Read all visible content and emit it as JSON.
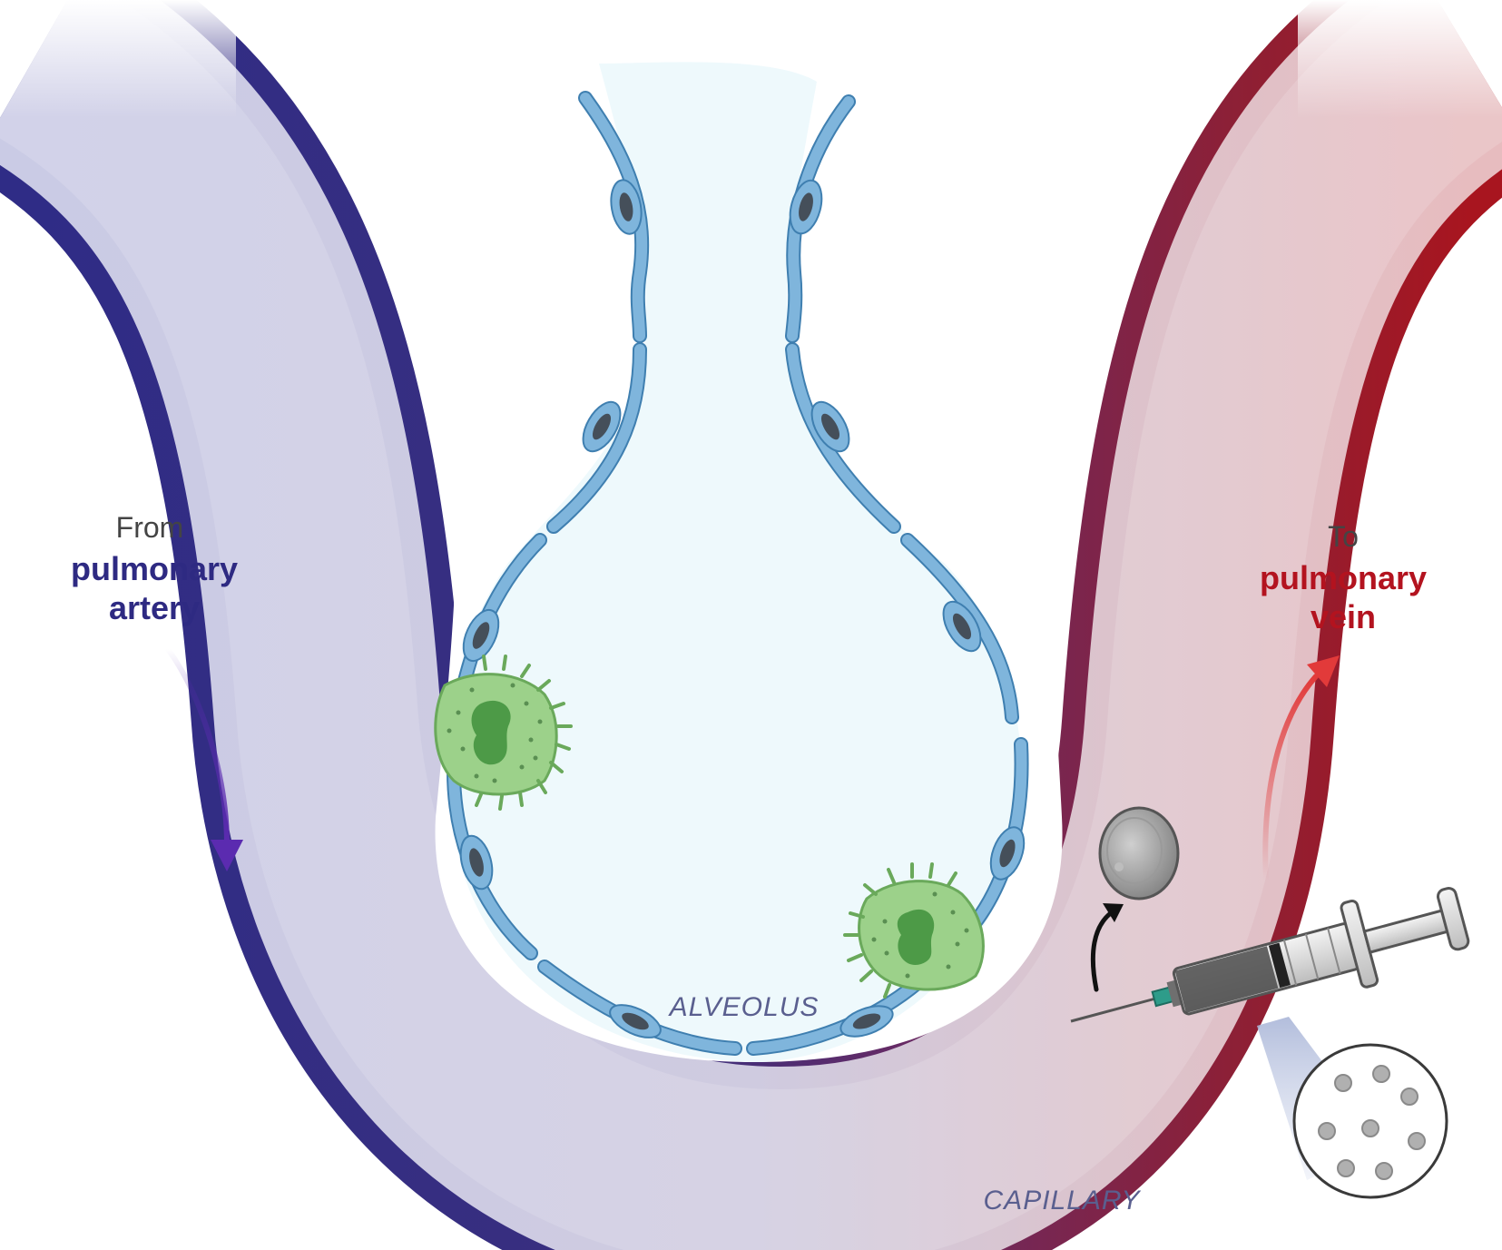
{
  "labels": {
    "from": "From",
    "artery": "pulmonary\nartery",
    "to": "To",
    "vein": "pulmonary\nvein",
    "alveolus": "ALVEOLUS",
    "capillary": "CAPILLARY"
  },
  "colors": {
    "artery": "#2e2a82",
    "vein": "#b3131f",
    "alveolus_fill": "#eef9fc",
    "epithelium": "#7fb5dc",
    "epithelium_stroke": "#3f7fb0",
    "nucleus": "#454f5a",
    "macrophage": "#9cd18a",
    "macrophage_nucleus": "#4d9a47",
    "vessel_fill_left": "#cfd0e6",
    "vessel_fill_right": "#e6c0c4",
    "arrow_left": "#5b2bb0",
    "arrow_right": "#e23a3a"
  },
  "icons": [
    "syringe-icon",
    "microparticle-icon",
    "macrophage-icon",
    "endothelial-cell-icon"
  ]
}
